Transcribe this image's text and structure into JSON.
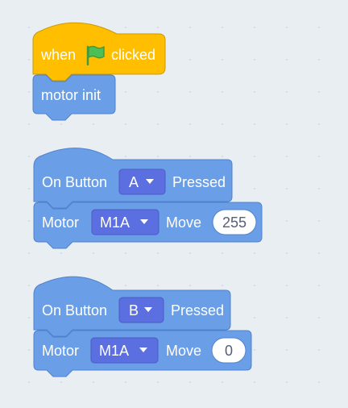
{
  "colors": {
    "event_block": "#ffbf00",
    "event_block_border": "#cc9900",
    "motor_block": "#6a9fe8",
    "motor_block_border": "#4f82cc",
    "dropdown": "#5c6fe0",
    "dropdown_border": "#4a5bc4",
    "input_bg": "#ffffff",
    "workspace_bg": "#e9eef2",
    "green_flag": "#4cbf56"
  },
  "scripts": [
    {
      "hat": {
        "prefix": "when",
        "icon": "green-flag-icon",
        "suffix": "clicked"
      },
      "blocks": [
        {
          "label": "motor init"
        }
      ]
    },
    {
      "hat": {
        "prefix": "On Button",
        "dropdown": "A",
        "suffix": "Pressed"
      },
      "blocks": [
        {
          "label": "Motor",
          "dropdown": "M1A",
          "action": "Move",
          "value": "255"
        }
      ]
    },
    {
      "hat": {
        "prefix": "On Button",
        "dropdown": "B",
        "suffix": "Pressed"
      },
      "blocks": [
        {
          "label": "Motor",
          "dropdown": "M1A",
          "action": "Move",
          "value": "0"
        }
      ]
    }
  ]
}
